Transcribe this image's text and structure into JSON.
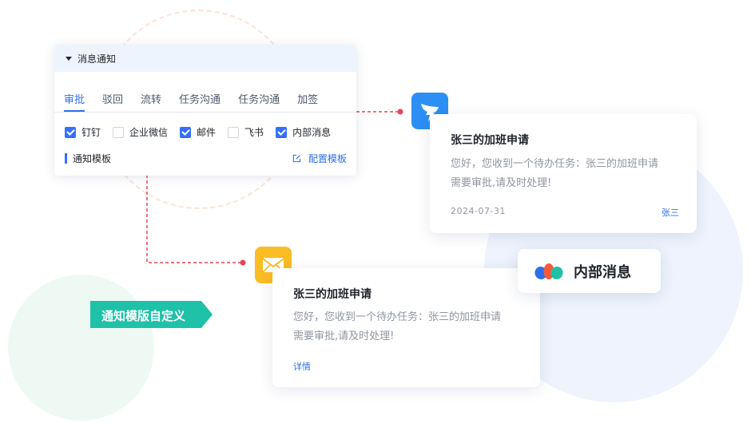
{
  "panel": {
    "header": "消息通知",
    "tabs": [
      "审批",
      "驳回",
      "流转",
      "任务沟通",
      "任务沟通",
      "加签"
    ],
    "channels": [
      {
        "label": "钉钉",
        "checked": true
      },
      {
        "label": "企业微信",
        "checked": false
      },
      {
        "label": "邮件",
        "checked": true
      },
      {
        "label": "飞书",
        "checked": false
      },
      {
        "label": "内部消息",
        "checked": true
      }
    ],
    "template_label": "通知模板",
    "config_link": "配置模板"
  },
  "card_dingtalk": {
    "title": "张三的加班申请",
    "body_line1": "您好，您收到一个待办任务：张三的加班申请",
    "body_line2": "需要审批,请及时处理!",
    "date": "2024-07-31",
    "user": "张三"
  },
  "card_mail": {
    "title": "张三的加班申请",
    "body_line1": "您好，您收到一个待办任务：张三的加班申请",
    "body_line2": "需要审批,请及时处理!",
    "detail": "详情"
  },
  "internal_badge": {
    "label": "内部消息"
  },
  "tag": {
    "label": "通知模版自定义"
  },
  "colors": {
    "primary": "#3370ff",
    "dingtalk": "#2c8ff5",
    "mail": "#fbbc24",
    "tag": "#1fc1a8",
    "connector": "#e8454f"
  },
  "icons": {
    "dingtalk": "dingtalk-logo-icon",
    "mail": "envelope-icon",
    "internal": "internal-message-logo-icon",
    "edit": "edit-icon"
  }
}
